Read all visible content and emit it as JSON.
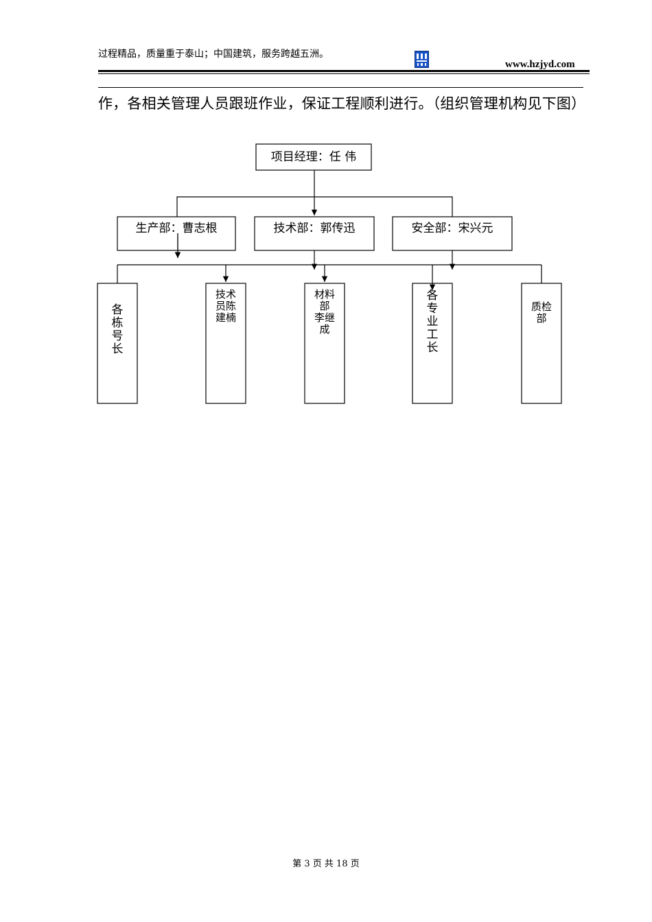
{
  "header": {
    "slogan": "过程精品，质量重于泰山；中国建筑，服务跨越五洲。",
    "website": "www.hzjyd.com",
    "logo_icon": "company-logo-icon"
  },
  "body": {
    "paragraph": "作，各相关管理人员跟班作业，保证工程顺利进行。（组织管理机构见下图）"
  },
  "org_chart": {
    "top": "项目经理：任 伟",
    "departments": [
      "生产部：曹志根",
      "技术部：郭传迅",
      "安全部：宋兴元"
    ],
    "units": [
      {
        "lines": [
          "各",
          "栋",
          "号",
          "长"
        ]
      },
      {
        "lines": [
          "技术",
          "员陈",
          "建楠"
        ]
      },
      {
        "lines": [
          "材料",
          "部",
          "李继",
          "成"
        ]
      },
      {
        "lines": [
          "各",
          "专",
          "业",
          "工",
          "长"
        ]
      },
      {
        "lines": [
          "质检",
          "部"
        ]
      }
    ]
  },
  "footer": {
    "page_label": "第 3 页 共 18 页"
  }
}
